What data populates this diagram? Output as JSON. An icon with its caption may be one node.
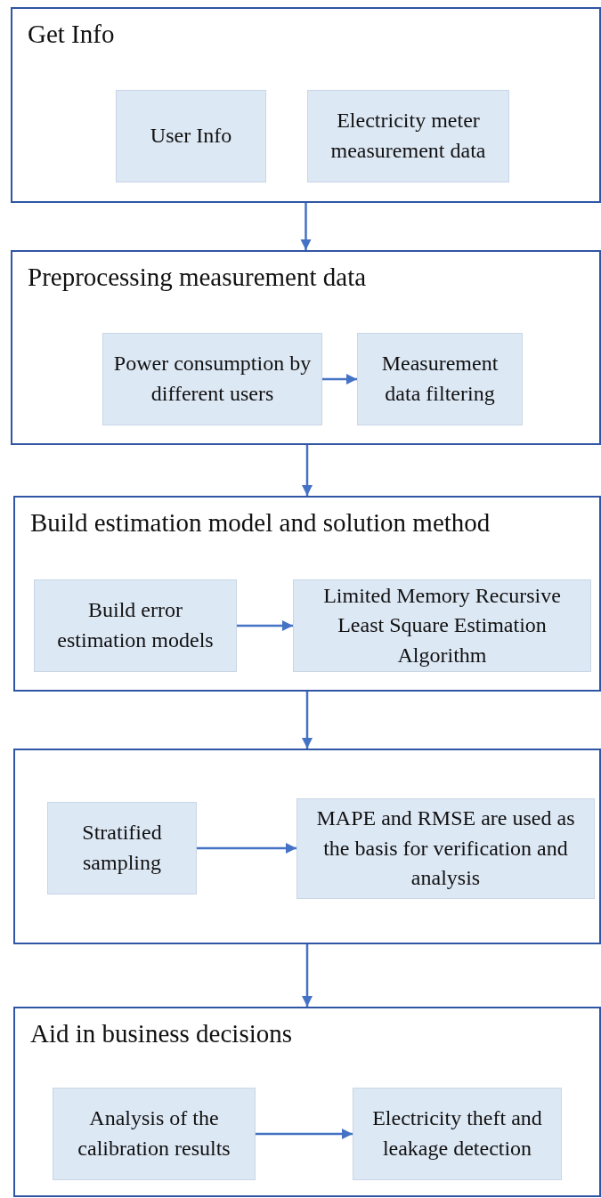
{
  "diagram": {
    "nodes": [
      {
        "text": [
          "Get Info"
        ]
      },
      {
        "text": [
          "User Info"
        ],
        "in": 0
      },
      {
        "text": [
          "Electricity meter measurement data"
        ],
        "in": 0
      },
      {
        "text": [
          "Preprocessing measurement data"
        ]
      },
      {
        "text": [
          "Power consumption by different users"
        ],
        "in": 3
      },
      {
        "text": [
          "Measurement data filtering"
        ],
        "in": 3
      },
      {
        "text": [
          "Build estimation model and solution method"
        ]
      },
      {
        "text": [
          "Build error estimation models"
        ],
        "in": 6
      },
      {
        "text": [
          "Limited Memory Recursive Least Square Estimation Algorithm"
        ],
        "in": 6
      },
      {
        "text": [],
        "shape": "box"
      },
      {
        "text": [
          "Stratified sampling"
        ],
        "in": 9
      },
      {
        "text": [
          "MAPE and RMSE are used as the basis for verification and analysis"
        ],
        "in": 9
      },
      {
        "text": [
          "Aid in business decisions"
        ]
      },
      {
        "text": [
          "Analysis of the calibration results"
        ],
        "in": 12
      },
      {
        "text": [
          "Electricity theft and leakage detection"
        ],
        "in": 12
      }
    ],
    "edges": [
      {
        "from": 0,
        "to": 3,
        "arrow": "to"
      },
      {
        "from": 4,
        "to": 5,
        "arrow": "to"
      },
      {
        "from": 3,
        "to": 6,
        "arrow": "to"
      },
      {
        "from": 7,
        "to": 8,
        "arrow": "to"
      },
      {
        "from": 6,
        "to": 9,
        "arrow": "to"
      },
      {
        "from": 10,
        "to": 11,
        "arrow": "to"
      },
      {
        "from": 9,
        "to": 12,
        "arrow": "to"
      },
      {
        "from": 13,
        "to": 14,
        "arrow": "to"
      }
    ]
  }
}
